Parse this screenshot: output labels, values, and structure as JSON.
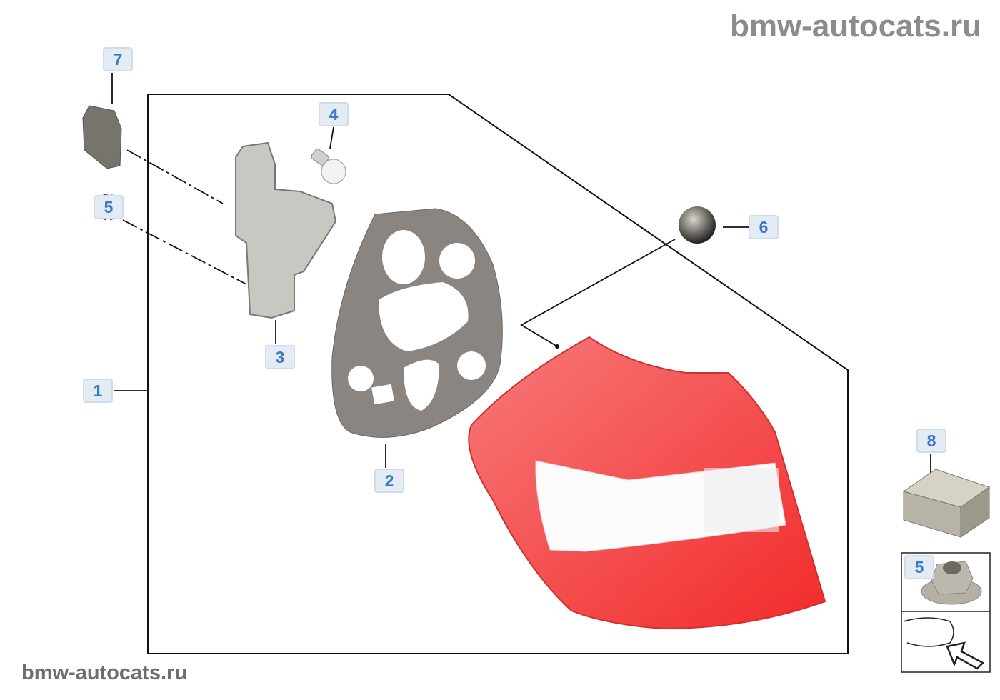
{
  "watermark_top": "bmw-autocats.ru",
  "watermark_bottom": "bmw-autocats.ru",
  "callouts": [
    {
      "id": "1",
      "part": "tail-light-assembly"
    },
    {
      "id": "2",
      "part": "gasket"
    },
    {
      "id": "3",
      "part": "bulb-holder"
    },
    {
      "id": "4",
      "part": "bulb"
    },
    {
      "id": "5",
      "part": "nut"
    },
    {
      "id": "6",
      "part": "ball-socket"
    },
    {
      "id": "7",
      "part": "clip"
    },
    {
      "id": "8",
      "part": "repair-kit"
    },
    {
      "id": "5",
      "part": "nut-inset"
    }
  ],
  "colors": {
    "label_text": "#3a78c3",
    "label_bg": "#e3ebf5",
    "lamp_red": "#f23b3b",
    "watermark": "#8c8c8c"
  }
}
